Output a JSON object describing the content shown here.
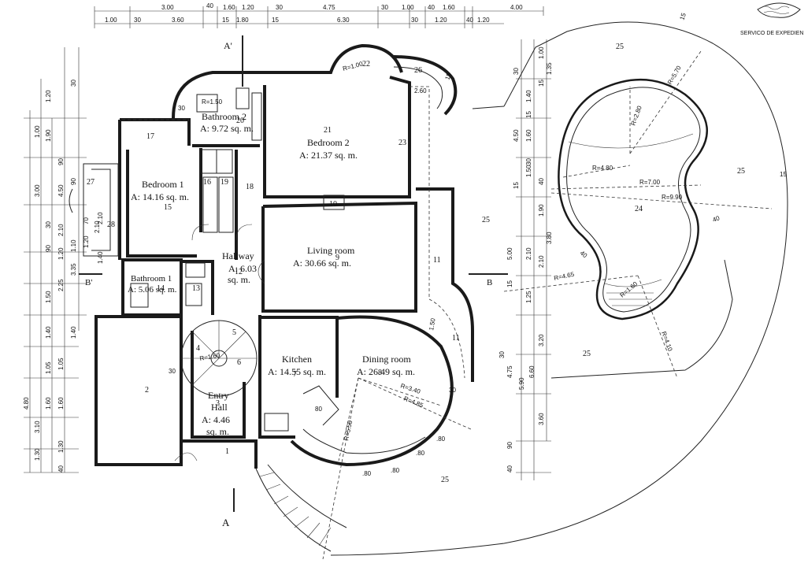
{
  "stamp": {
    "text": "SERVICO DE EXPEDIEN"
  },
  "sections": {
    "a_top": "A'",
    "a_bottom": "A",
    "b_left": "B'",
    "b_right": "B"
  },
  "rooms": [
    {
      "id": "bathroom-2",
      "name": "Bathroom 2",
      "area": "A: 9.72 sq. m."
    },
    {
      "id": "bedroom-2",
      "name": "Bedroom 2",
      "area": "A: 21.37 sq. m."
    },
    {
      "id": "bedroom-1",
      "name": "Bedroom 1",
      "area": "A: 14.16 sq. m."
    },
    {
      "id": "hallway",
      "name": "Hallway",
      "area": "A: 6.03",
      "area_unit": "sq. m."
    },
    {
      "id": "living-room",
      "name": "Living room",
      "area": "A: 30.66 sq. m."
    },
    {
      "id": "bathroom-1",
      "name": "Bathroom 1",
      "area": "A: 5.06 sq. m."
    },
    {
      "id": "kitchen",
      "name": "Kitchen",
      "area": "A: 14.55 sq. m."
    },
    {
      "id": "dining-room",
      "name": "Dining room",
      "area": "A: 26.49 sq. m."
    },
    {
      "id": "entry-hall",
      "name": "Entry",
      "name2": "Hall",
      "area": "A: 4.46",
      "area_unit": "sq. m."
    }
  ],
  "room_numbers": {
    "n21": "21",
    "n17": "17",
    "n15": "15",
    "n16": "16",
    "n19": "19",
    "n18": "18",
    "n10": "10",
    "n9": "9",
    "n11": "11",
    "n11b": "11",
    "n12": "12",
    "n13": "13",
    "n14": "14",
    "n2": "2",
    "n3": "3",
    "n4": "4",
    "n5": "5",
    "n6": "6",
    "n7": "7",
    "n8": "8",
    "n1": "1",
    "n22": "22",
    "n23": "23",
    "n24": "24",
    "n26": "26",
    "n27": "27",
    "n28": "28",
    "n20": "20",
    "n25a": "25",
    "n25b": "25",
    "n25c": "25",
    "n25d": "25",
    "n25e": "25"
  },
  "radii": {
    "r570": "R=5.70",
    "r280": "R=2.80",
    "r480": "R=4.80",
    "r700": "R=7.00",
    "r990": "R=9.90",
    "r465": "R=4.65",
    "r160": "R=1.60",
    "r410": "R=4.10",
    "r340": "R=3.40",
    "r485": "R=4.85",
    "r550": "R=5.50",
    "r100": "R=1.00",
    "r160b": "R=1.60",
    "r150": "R=1.50"
  },
  "top_dims": {
    "row1": [
      "3.00",
      "40",
      "1.60",
      "1.20",
      "30",
      "4.75",
      "30",
      "1.00",
      "40",
      "1.60",
      "4.00"
    ],
    "row2": [
      "1.00",
      "30",
      "3.60",
      "15",
      "1.80",
      "15",
      "6.30",
      "30",
      "1.20",
      "40",
      "1.20"
    ]
  },
  "left_dims": {
    "col1": [
      "4.80",
      "1.30",
      "3.10",
      "3.00",
      "1.00"
    ],
    "col2": [
      "1.20",
      "1.90",
      "1.60",
      "1.05",
      "1.40",
      "1.50",
      "90",
      "30"
    ],
    "col3": [
      "40",
      "1.30",
      "1.60",
      "1.05",
      "2.25",
      "3.35",
      "1.20",
      "4.50",
      "2.10",
      "90"
    ],
    "col4": [
      "30",
      "1.10",
      "1.40",
      "90",
      "70",
      "1.20",
      "2.10",
      "1.40"
    ]
  },
  "right_dims": {
    "col1": [
      "30",
      "1.40",
      "15",
      "1.60",
      "4.50",
      "40",
      "15",
      "30",
      "1.50",
      "2.10",
      "5.00",
      "15",
      "1.25",
      "4.75",
      "5.90",
      "3.20",
      "3.60",
      "90",
      "40"
    ],
    "col2": [
      "1.35",
      "15",
      "1.00",
      "1.90",
      "3.80",
      "6.60",
      "2.10",
      "30"
    ]
  },
  "misc_dims": {
    "d15a": "15",
    "d15b": "15",
    "d40a": "40",
    "d40b": "40",
    "d30a": "30",
    "d30b": "30",
    "d30c": "30",
    "d15c": "15",
    "d80a": ".80",
    "d80b": ".80",
    "d80c": ".80",
    "d80d": ".80",
    "d150": "1.50",
    "d260": "2.60",
    "d210a": "2.10",
    "d80e": "80"
  }
}
